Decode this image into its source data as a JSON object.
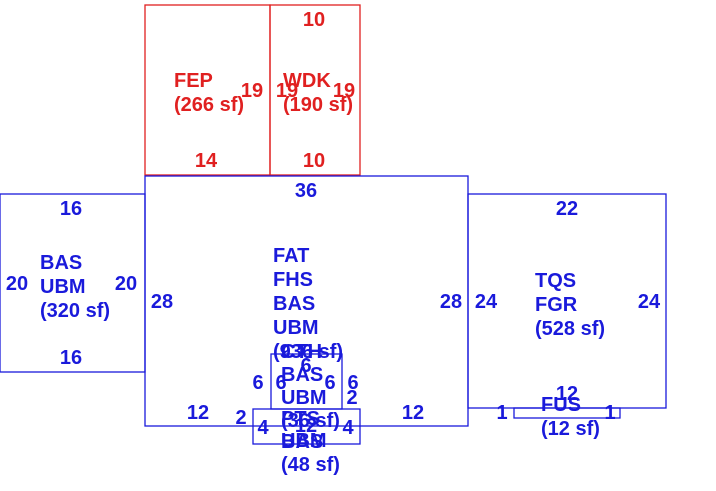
{
  "colors": {
    "blue": "#1a1adb",
    "red": "#e02020",
    "background": "#ffffff"
  },
  "areas": [
    {
      "id": "fep",
      "color": "red",
      "label_lines": [
        "FEP",
        "(266 sf)"
      ],
      "dimensions": {
        "top": "",
        "bottom": "14",
        "left": "",
        "right": "19"
      }
    },
    {
      "id": "wdk",
      "color": "red",
      "label_lines": [
        "WDK",
        "(190 sf)"
      ],
      "dimensions": {
        "top": "10",
        "bottom": "10",
        "left": "19",
        "right": "19"
      }
    },
    {
      "id": "bas-left",
      "color": "blue",
      "label_lines": [
        "BAS",
        "UBM",
        "(320 sf)"
      ],
      "dimensions": {
        "top": "16",
        "bottom": "16",
        "left": "20",
        "right": "20"
      }
    },
    {
      "id": "main",
      "color": "blue",
      "label_lines": [
        "FAT",
        "FHS",
        "BAS",
        "UBM",
        "(936 sf)"
      ],
      "dimensions": {
        "top": "36",
        "left": "28",
        "right": "28",
        "bottom_left": "12",
        "bottom_right": "12"
      }
    },
    {
      "id": "tqs",
      "color": "blue",
      "label_lines": [
        "TQS",
        "FGR",
        "(528 sf)"
      ],
      "dimensions": {
        "top": "22",
        "left": "24",
        "right": "24"
      }
    },
    {
      "id": "fus",
      "color": "blue",
      "label_lines": [
        "FUS",
        "(12 sf)"
      ],
      "dimensions": {
        "top": "12",
        "left": "1",
        "right": "1"
      }
    },
    {
      "id": "cth",
      "color": "blue",
      "label_lines": [
        "CTH",
        "BAS",
        "UBM",
        "(36 sf)"
      ],
      "dimensions": {
        "top": "6",
        "left": "6",
        "right": "6",
        "inner_left": "6",
        "inner_right": "6"
      }
    },
    {
      "id": "pts",
      "color": "blue",
      "label_lines": [
        "PTS",
        "BAS",
        "UBM",
        "(48 sf)"
      ],
      "dimensions": {
        "top": "12",
        "left": "4",
        "right": "4",
        "side_left": "2",
        "side_right": "2"
      }
    }
  ]
}
